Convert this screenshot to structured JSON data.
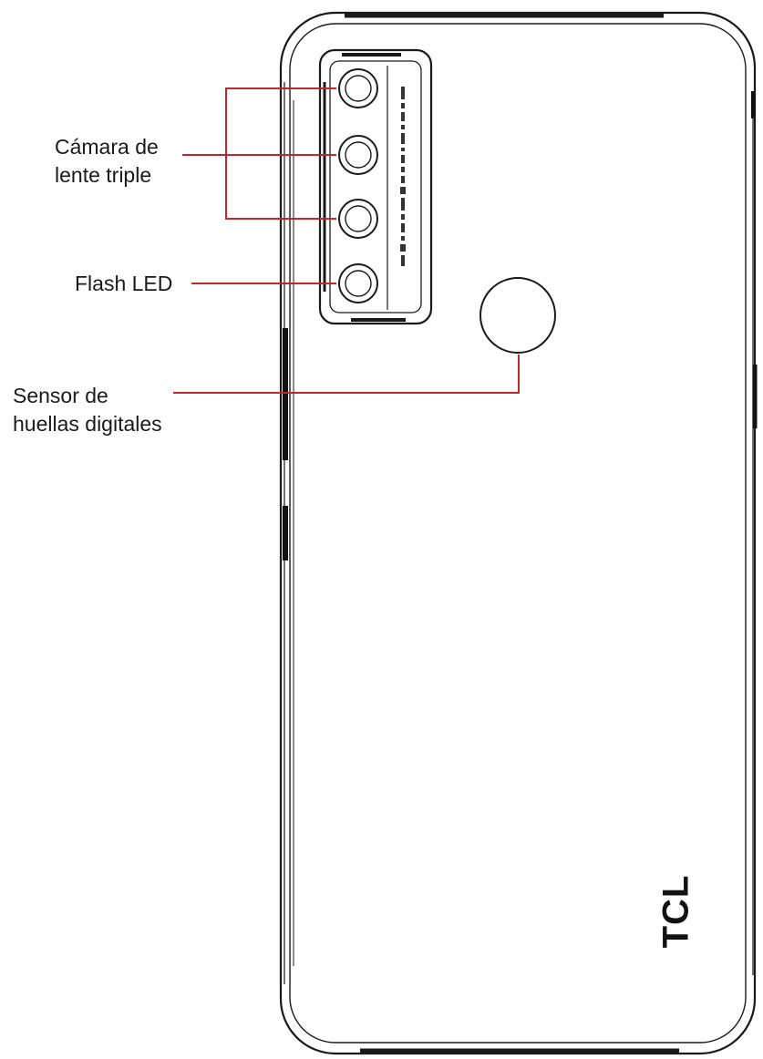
{
  "labels": {
    "camera": [
      "Cámara de",
      "lente triple"
    ],
    "flash": "Flash LED",
    "fingerprint": [
      "Sensor de",
      "huellas digitales"
    ]
  },
  "brand": {
    "logo_text": "TCL"
  },
  "colors": {
    "outline": "#1a1a1a",
    "callout": "#c0272d",
    "background": "#ffffff"
  }
}
